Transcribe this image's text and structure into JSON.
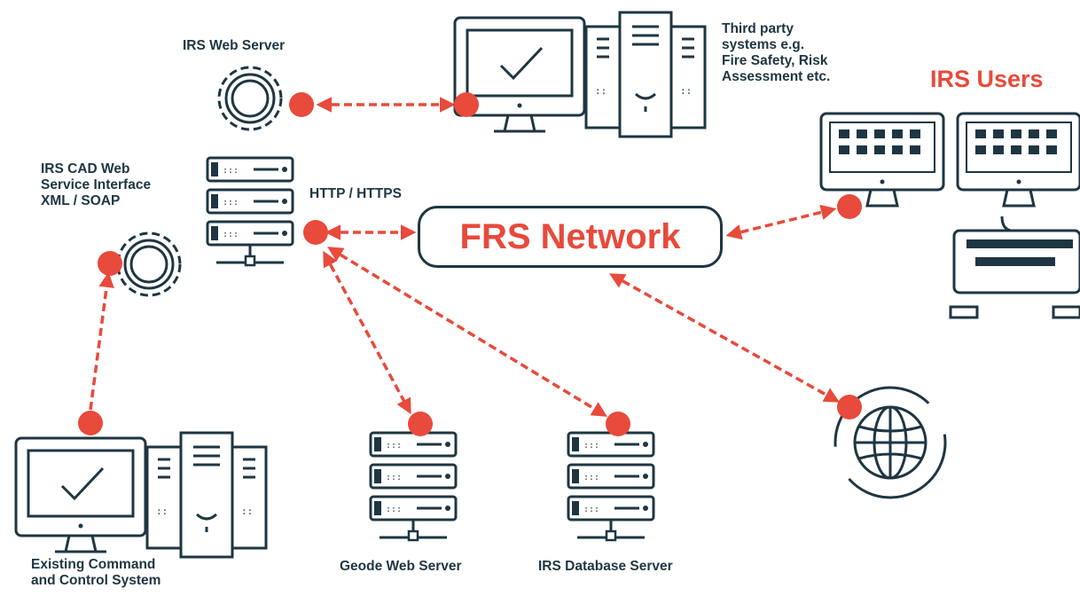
{
  "colors": {
    "ink": "#1e3642",
    "accent": "#e84a3b"
  },
  "nodes": {
    "irs_web_server": {
      "label": "IRS Web Server",
      "icon": "gear-icon"
    },
    "third_party": {
      "label": "Third party\nsystems e.g.\nFire Safety, Risk\nAssessment etc.",
      "icon": "computer-tower-icon"
    },
    "irs_users": {
      "label": "IRS Users",
      "icon": "workstation-keyboard-icon"
    },
    "cad_interface": {
      "label": "IRS CAD Web\nService Interface\nXML / SOAP",
      "icon": "server-rack-icon"
    },
    "http": {
      "label": "HTTP / HTTPS"
    },
    "frs_network": {
      "label": "FRS Network"
    },
    "command_control": {
      "label": "Existing Command\nand Control System",
      "icon": "computer-tower-icon"
    },
    "geode": {
      "label": "Geode Web Server",
      "icon": "server-rack-icon"
    },
    "irs_db": {
      "label": "IRS Database Server",
      "icon": "server-rack-icon"
    },
    "internet": {
      "icon": "globe-icon"
    }
  },
  "connections": [
    {
      "from": "irs_web_server",
      "to": "third_party"
    },
    {
      "from": "cad_interface",
      "to": "frs_network"
    },
    {
      "from": "frs_network",
      "to": "irs_users"
    },
    {
      "from": "cad_interface",
      "to": "geode"
    },
    {
      "from": "cad_interface",
      "to": "irs_db"
    },
    {
      "from": "frs_network",
      "to": "internet"
    },
    {
      "from": "cad_interface",
      "to": "command_control"
    }
  ]
}
